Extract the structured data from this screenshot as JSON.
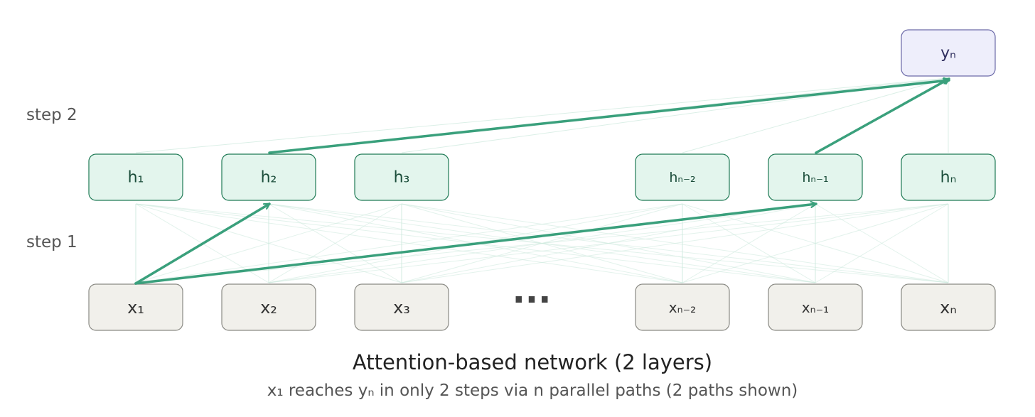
{
  "steps": {
    "step2": "step 2",
    "step1": "step 1"
  },
  "nodes": {
    "output": {
      "label": "yₙ"
    },
    "hidden": [
      {
        "label": "h₁"
      },
      {
        "label": "h₂"
      },
      {
        "label": "h₃"
      },
      {
        "label": "hₙ₋₂"
      },
      {
        "label": "hₙ₋₁"
      },
      {
        "label": "hₙ"
      }
    ],
    "inputs": [
      {
        "label": "x₁"
      },
      {
        "label": "x₂"
      },
      {
        "label": "x₃"
      },
      {
        "label": "xₙ₋₂"
      },
      {
        "label": "xₙ₋₁"
      },
      {
        "label": "xₙ"
      }
    ]
  },
  "ellipsis": "···",
  "caption": {
    "title": "Attention-based network (2 layers)",
    "subtitle": "x₁ reaches yₙ in only 2 steps via n parallel paths (2 paths shown)"
  },
  "colors": {
    "input_fill": "#f1f0eb",
    "input_stroke": "#8a8a84",
    "hidden_fill": "#e3f5ed",
    "hidden_stroke": "#1f7a55",
    "output_fill": "#eeeefb",
    "output_stroke": "#6c6aa8",
    "highlight_path": "#3aa07c",
    "faint_line": "#cde9dd"
  }
}
